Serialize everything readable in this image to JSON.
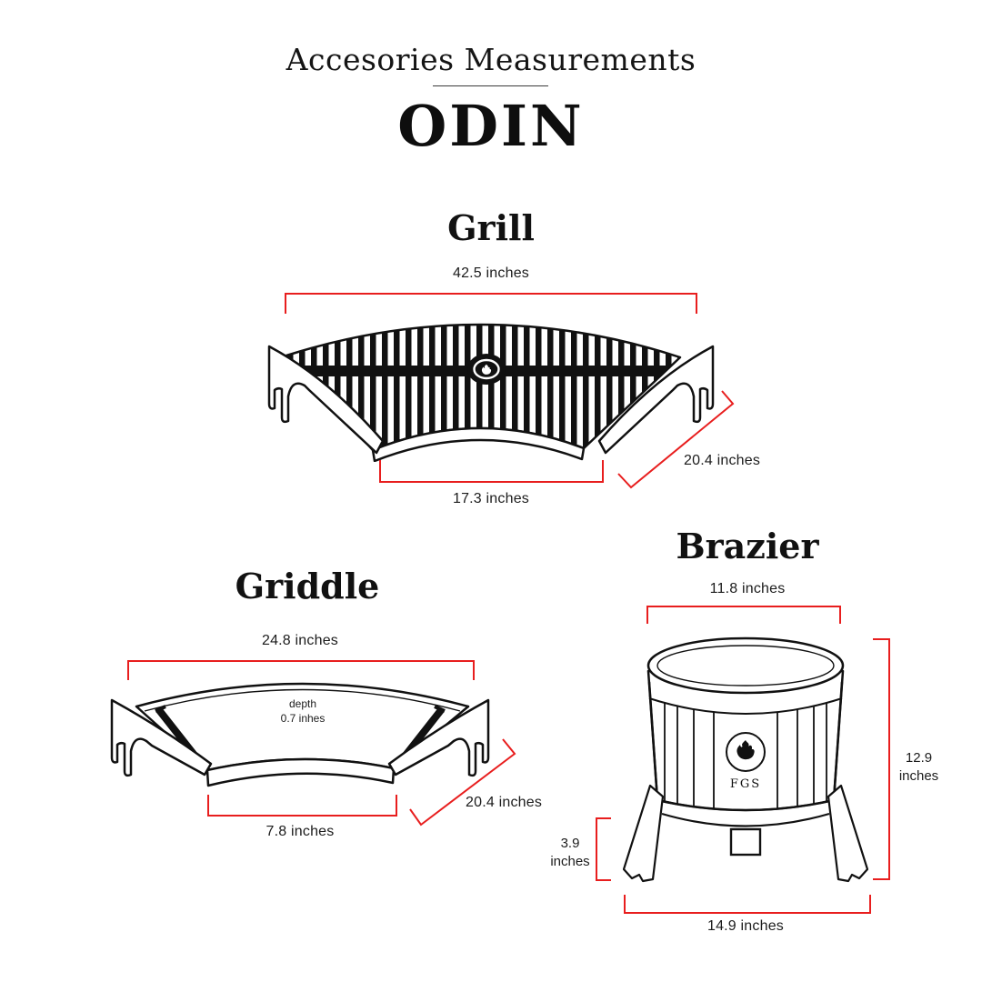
{
  "colors": {
    "dimension_red": "#e81e1e",
    "ink": "#111111"
  },
  "header": {
    "subtitle": "Accesories Measurements",
    "title": "ODIN"
  },
  "icons": {
    "grill_badge": "flame-icon",
    "brazier_logo": "flame-icon"
  },
  "grill": {
    "heading": "Grill",
    "overall_width": "42.5 inches",
    "inner_width": "17.3 inches",
    "depth": "20.4 inches"
  },
  "griddle": {
    "heading": "Griddle",
    "overall_width": "24.8 inches",
    "depth_note": {
      "line1": "depth",
      "line2": "0.7 inhes"
    },
    "inner_width": "7.8 inches",
    "depth": "20.4 inches"
  },
  "brazier": {
    "heading": "Brazier",
    "top_width": "11.8 inches",
    "height": {
      "line1": "12.9",
      "line2": "inches"
    },
    "leg_height": {
      "line1": "3.9",
      "line2": "inches"
    },
    "base_width": "14.9 inches",
    "logo_text": "FGS"
  }
}
